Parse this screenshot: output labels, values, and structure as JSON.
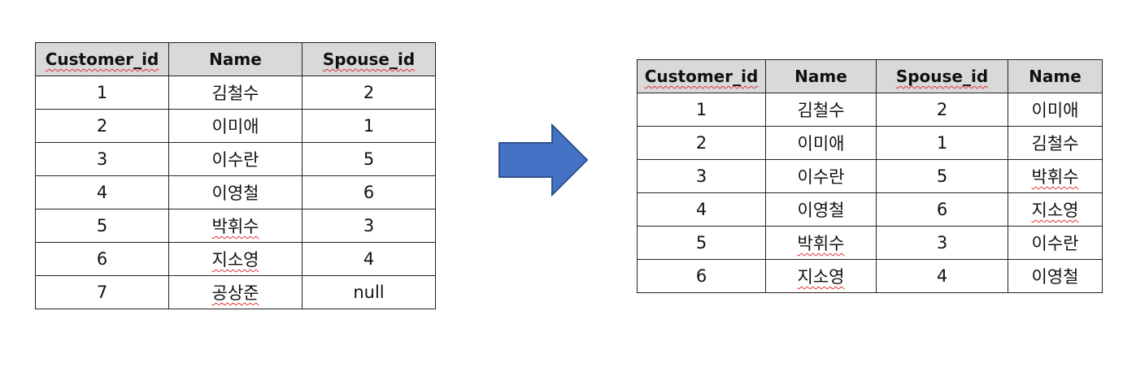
{
  "left_table": {
    "headers": [
      "Customer_id",
      "Name",
      "Spouse_id"
    ],
    "rows": [
      [
        "1",
        "김철수",
        "2"
      ],
      [
        "2",
        "이미애",
        "1"
      ],
      [
        "3",
        "이수란",
        "5"
      ],
      [
        "4",
        "이영철",
        "6"
      ],
      [
        "5",
        "박휘수",
        "3"
      ],
      [
        "6",
        "지소영",
        "4"
      ],
      [
        "7",
        "공상준",
        "null"
      ]
    ]
  },
  "right_table": {
    "headers": [
      "Customer_id",
      "Name",
      "Spouse_id",
      "Name"
    ],
    "rows": [
      [
        "1",
        "김철수",
        "2",
        "이미애"
      ],
      [
        "2",
        "이미애",
        "1",
        "김철수"
      ],
      [
        "3",
        "이수란",
        "5",
        "박휘수"
      ],
      [
        "4",
        "이영철",
        "6",
        "지소영"
      ],
      [
        "5",
        "박휘수",
        "3",
        "이수란"
      ],
      [
        "6",
        "지소영",
        "4",
        "이영철"
      ]
    ]
  },
  "colors": {
    "header_bg": "#d9d9d9",
    "arrow_fill": "#4472c4",
    "arrow_stroke": "#2f528f"
  },
  "icons": {
    "arrow": "right-arrow-icon"
  }
}
